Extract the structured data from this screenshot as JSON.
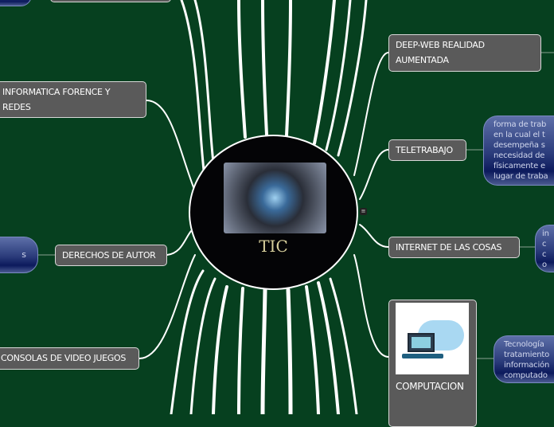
{
  "central_topic": {
    "title": "TIC",
    "image": "businessman-holding-devices-image"
  },
  "topics_left": [
    {
      "label": "INFORMATICA FORENCE Y REDES"
    },
    {
      "label": "DERECHOS DE AUTOR",
      "note": "s"
    },
    {
      "label": "CONSOLAS DE VIDEO JUEGOS"
    }
  ],
  "topics_right": [
    {
      "label": "DEEP-WEB REALIDAD AUMENTADA"
    },
    {
      "label": "TELETRABAJO",
      "note": [
        "forma de trab",
        "en la cual el t",
        "desempeña s",
        "necesidad de",
        "físicamente e",
        "lugar de traba"
      ]
    },
    {
      "label": "INTERNET DE LAS COSAS",
      "note": [
        "in",
        "c",
        "c",
        "o"
      ]
    },
    {
      "label": "COMPUTACION",
      "image": "laptop-cloud-image",
      "note": [
        "Tecnología",
        "tratamiento",
        "información",
        "computado"
      ]
    }
  ],
  "colors": {
    "background": "#06401f",
    "topic": "#5a5a5a",
    "note": "#1a2a6c",
    "center": "#040406",
    "title": "#d8cf9c"
  }
}
